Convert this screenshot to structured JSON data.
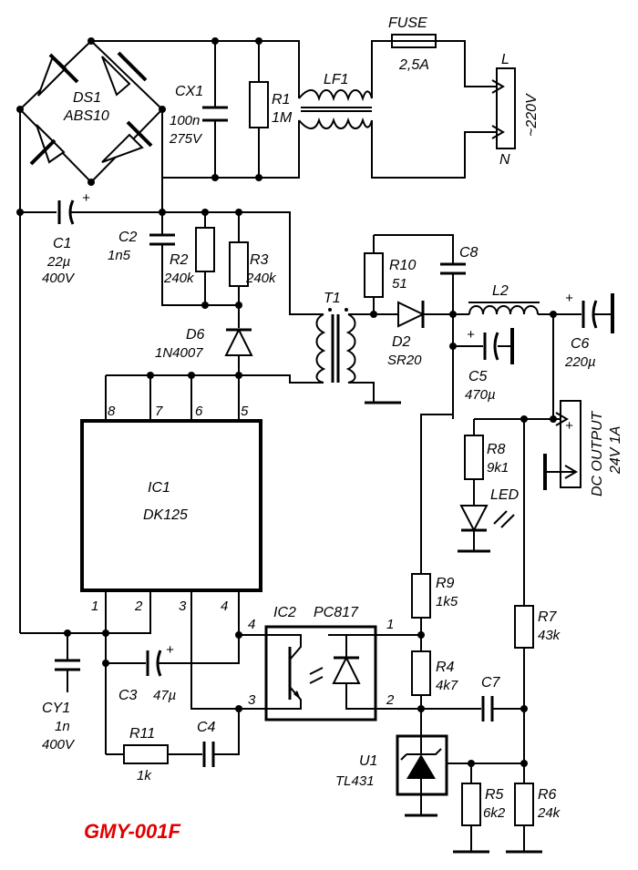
{
  "title": "GMY-001F",
  "title_color": "#e00000",
  "led_color": "#22cc22",
  "components": {
    "ds1": {
      "ref": "DS1",
      "value": "ABS10"
    },
    "cx1": {
      "ref": "CX1",
      "value1": "100n",
      "value2": "275V"
    },
    "r1": {
      "ref": "R1",
      "value": "1M"
    },
    "lf1": {
      "ref": "LF1"
    },
    "fuse": {
      "ref": "FUSE",
      "value": "2,5A"
    },
    "c1": {
      "ref": "C1",
      "value1": "22µ",
      "value2": "400V",
      "polarity": "+"
    },
    "c2": {
      "ref": "C2",
      "value": "1n5"
    },
    "r2": {
      "ref": "R2",
      "value": "240k"
    },
    "r3": {
      "ref": "R3",
      "value": "240k"
    },
    "d6": {
      "ref": "D6",
      "value": "1N4007"
    },
    "t1": {
      "ref": "T1"
    },
    "r10": {
      "ref": "R10",
      "value": "51"
    },
    "c8": {
      "ref": "C8"
    },
    "d2": {
      "ref": "D2",
      "value": "SR20"
    },
    "l2": {
      "ref": "L2"
    },
    "c6": {
      "ref": "C6",
      "value": "220µ",
      "polarity": "+"
    },
    "c5": {
      "ref": "C5",
      "value": "470µ",
      "polarity": "+"
    },
    "ic1": {
      "ref": "IC1",
      "value": "DK125",
      "pins": [
        "1",
        "2",
        "3",
        "4",
        "5",
        "6",
        "7",
        "8"
      ]
    },
    "r8": {
      "ref": "R8",
      "value": "9k1"
    },
    "led": {
      "ref": "LED"
    },
    "r9": {
      "ref": "R9",
      "value": "1k5"
    },
    "r7": {
      "ref": "R7",
      "value": "43k"
    },
    "ic2": {
      "ref": "IC2",
      "value": "PC817",
      "pins": [
        "1",
        "2",
        "3",
        "4"
      ]
    },
    "r4": {
      "ref": "R4",
      "value": "4k7"
    },
    "c7": {
      "ref": "C7"
    },
    "cy1": {
      "ref": "CY1",
      "value1": "1n",
      "value2": "400V"
    },
    "c3": {
      "ref": "C3",
      "value": "47µ",
      "polarity": "+"
    },
    "r11": {
      "ref": "R11",
      "value": "1k"
    },
    "c4": {
      "ref": "C4"
    },
    "u1": {
      "ref": "U1",
      "value": "TL431"
    },
    "r5": {
      "ref": "R5",
      "value": "6k2"
    },
    "r6": {
      "ref": "R6",
      "value": "24k"
    }
  },
  "mains": {
    "l": "L",
    "n": "N",
    "voltage": "~220V"
  },
  "output": {
    "line1": "DC OUTPUT",
    "line2": "24V 1A",
    "plus": "+"
  }
}
